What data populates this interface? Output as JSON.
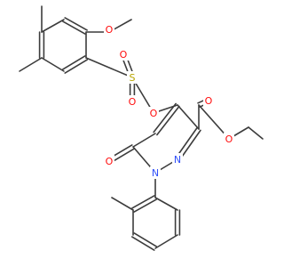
{
  "molecule": {
    "atoms": [
      {
        "id": "O_methoxy",
        "symbol": "O",
        "label": "O"
      },
      {
        "id": "S1",
        "symbol": "S",
        "label": "S"
      },
      {
        "id": "O_s1",
        "symbol": "O",
        "label": "O"
      },
      {
        "id": "O_s2",
        "symbol": "O",
        "label": "O"
      },
      {
        "id": "O_link",
        "symbol": "O",
        "label": "O"
      },
      {
        "id": "O_ester_carbonyl",
        "symbol": "O",
        "label": "O"
      },
      {
        "id": "O_ester",
        "symbol": "O",
        "label": "O"
      },
      {
        "id": "N2",
        "symbol": "N",
        "label": "N"
      },
      {
        "id": "N1",
        "symbol": "N",
        "label": "N"
      },
      {
        "id": "O_keto",
        "symbol": "O",
        "label": "O"
      }
    ]
  },
  "colors": {
    "bond": "#3c3c3c",
    "oxygen": "#ff0d0d",
    "nitrogen": "#3050f8",
    "sulfur": "#b8a500",
    "background": "#ffffff"
  }
}
